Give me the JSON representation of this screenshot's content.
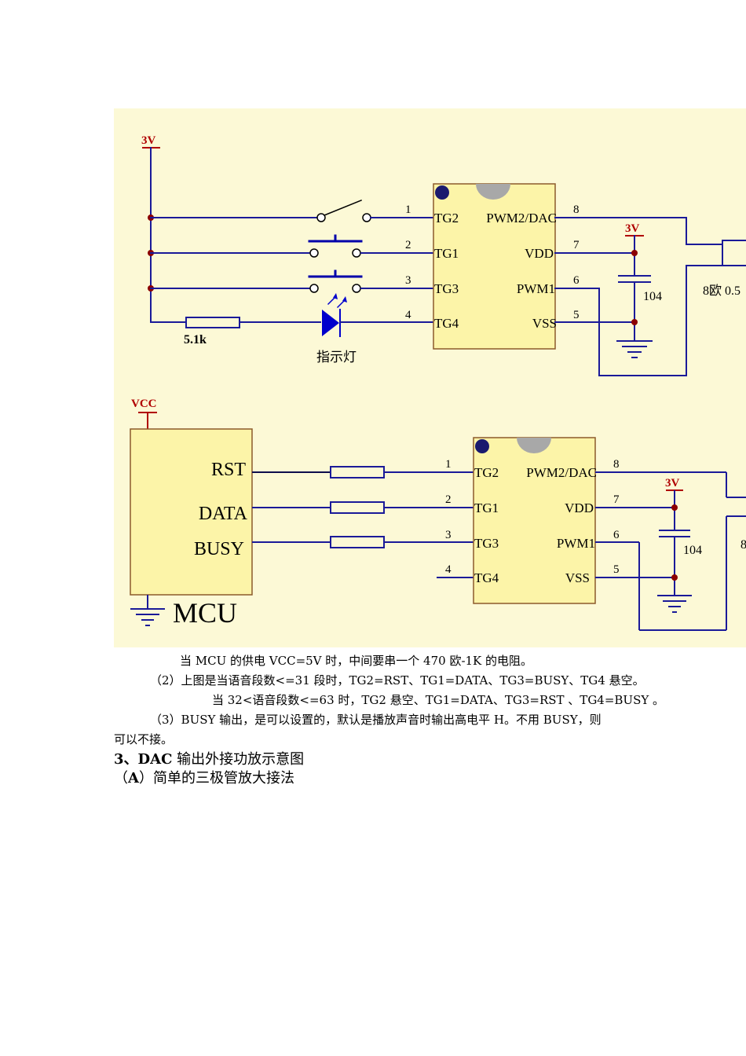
{
  "diagram1": {
    "power_label": "3V",
    "resistor_label": "5.1k",
    "led_label": "指示灯",
    "pins_left": [
      {
        "num": "1",
        "name": "TG2"
      },
      {
        "num": "2",
        "name": "TG1"
      },
      {
        "num": "3",
        "name": "TG3"
      },
      {
        "num": "4",
        "name": "TG4"
      }
    ],
    "pins_right": [
      {
        "num": "8",
        "name": "PWM2/DAC"
      },
      {
        "num": "7",
        "name": "VDD"
      },
      {
        "num": "6",
        "name": "PWM1"
      },
      {
        "num": "5",
        "name": "VSS"
      }
    ],
    "vdd_label": "3V",
    "cap_label": "104",
    "speaker_label": "8欧 0.5"
  },
  "diagram2": {
    "vcc_label": "VCC",
    "mcu_label": "MCU",
    "mcu_pins": [
      "RST",
      "DATA",
      "BUSY"
    ],
    "pins_left": [
      {
        "num": "1",
        "name": "TG2"
      },
      {
        "num": "2",
        "name": "TG1"
      },
      {
        "num": "3",
        "name": "TG3"
      },
      {
        "num": "4",
        "name": "TG4"
      }
    ],
    "pins_right": [
      {
        "num": "8",
        "name": "PWM2/DAC"
      },
      {
        "num": "7",
        "name": "VDD"
      },
      {
        "num": "6",
        "name": "PWM1"
      },
      {
        "num": "5",
        "name": "VSS"
      }
    ],
    "vdd_label": "3V",
    "cap_label": "104",
    "speaker_label": "8"
  },
  "text": {
    "line1": "当 MCU 的供电 VCC=5V 时，中间要串一个 470 欧-1K 的电阻。",
    "line2": "（2）上图是当语音段数<=31 段时，TG2=RST、TG1=DATA、TG3=BUSY、TG4 悬空。",
    "line3": "当 32<语音段数<=63 时，TG2 悬空、TG1=DATA、TG3=RST 、TG4=BUSY 。",
    "line4": "（3）BUSY 输出，是可以设置的，默认是播放声音时输出高电平 H。不用 BUSY，则",
    "line5": "可以不接。",
    "heading_num": "3",
    "heading_bold": "DAC",
    "heading_rest": " 输出外接功放示意图",
    "sub_a": "A",
    "sub_rest": "）简单的三极管放大接法",
    "sub_open": "（"
  }
}
